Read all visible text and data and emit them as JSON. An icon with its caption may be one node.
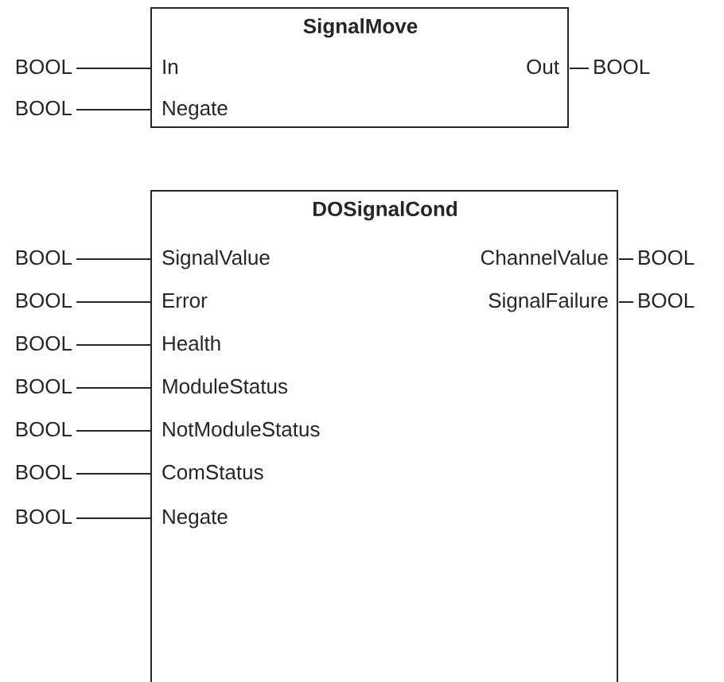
{
  "diagram": {
    "nodes": [
      {
        "text": [
          "SignalMove"
        ]
      },
      {
        "text": [
          "BOOL"
        ]
      },
      {
        "text": [
          "In"
        ],
        "in": 0
      },
      {
        "text": [
          "Out"
        ],
        "in": 0
      },
      {
        "text": [
          "BOOL"
        ]
      },
      {
        "text": [
          "BOOL"
        ]
      },
      {
        "text": [
          "Negate"
        ],
        "in": 0
      },
      {
        "text": [
          "DOSignalCond"
        ]
      },
      {
        "text": [
          "BOOL"
        ]
      },
      {
        "text": [
          "SignalValue"
        ],
        "in": 7
      },
      {
        "text": [
          "ChannelValue"
        ],
        "in": 7
      },
      {
        "text": [
          "BOOL"
        ]
      },
      {
        "text": [
          "BOOL"
        ]
      },
      {
        "text": [
          "Error"
        ],
        "in": 7
      },
      {
        "text": [
          "SignalFailure"
        ],
        "in": 7
      },
      {
        "text": [
          "BOOL"
        ]
      },
      {
        "text": [
          "BOOL"
        ]
      },
      {
        "text": [
          "Health"
        ],
        "in": 7
      },
      {
        "text": [
          "BOOL"
        ]
      },
      {
        "text": [
          "ModuleStatus"
        ],
        "in": 7
      },
      {
        "text": [
          "BOOL"
        ]
      },
      {
        "text": [
          "NotModuleStatus"
        ],
        "in": 7
      },
      {
        "text": [
          "BOOL"
        ]
      },
      {
        "text": [
          "ComStatus"
        ],
        "in": 7
      },
      {
        "text": [
          "BOOL"
        ]
      },
      {
        "text": [
          "Negate"
        ],
        "in": 7
      }
    ],
    "edges": [
      {
        "from": 1,
        "to": 2,
        "arrow": "none"
      },
      {
        "from": 3,
        "to": 4,
        "arrow": "none"
      },
      {
        "from": 5,
        "to": 6,
        "arrow": "none"
      },
      {
        "from": 8,
        "to": 9,
        "arrow": "none"
      },
      {
        "from": 10,
        "to": 11,
        "arrow": "none"
      },
      {
        "from": 12,
        "to": 13,
        "arrow": "none"
      },
      {
        "from": 14,
        "to": 15,
        "arrow": "none"
      },
      {
        "from": 16,
        "to": 17,
        "arrow": "none"
      },
      {
        "from": 18,
        "to": 19,
        "arrow": "none"
      },
      {
        "from": 20,
        "to": 21,
        "arrow": "none"
      },
      {
        "from": 22,
        "to": 23,
        "arrow": "none"
      },
      {
        "from": 24,
        "to": 25,
        "arrow": "none"
      }
    ]
  }
}
